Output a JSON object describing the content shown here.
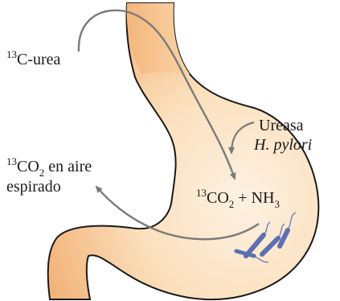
{
  "labels": {
    "urea_superscript": "13",
    "urea_text": "C-urea",
    "exhaled_superscript": "13",
    "exhaled_co2": "CO",
    "exhaled_subscript": "2",
    "exhaled_text_line1": " en aire",
    "exhaled_text_line2": "espirado",
    "enzyme": "Ureasa",
    "organism": "H. pylori",
    "product_superscript": "13",
    "product_co2": "CO",
    "product_co2_subscript": "2",
    "product_plus": " + NH",
    "product_nh3_subscript": "3"
  },
  "colors": {
    "stomach_fill_light": "#fdf1e2",
    "stomach_fill_dark": "#f2b277",
    "esophagus_fill": "#f6c390",
    "stomach_outline": "#1a1a1a",
    "arrow": "#7a7a7a",
    "bacteria": "#5d6fb2"
  }
}
